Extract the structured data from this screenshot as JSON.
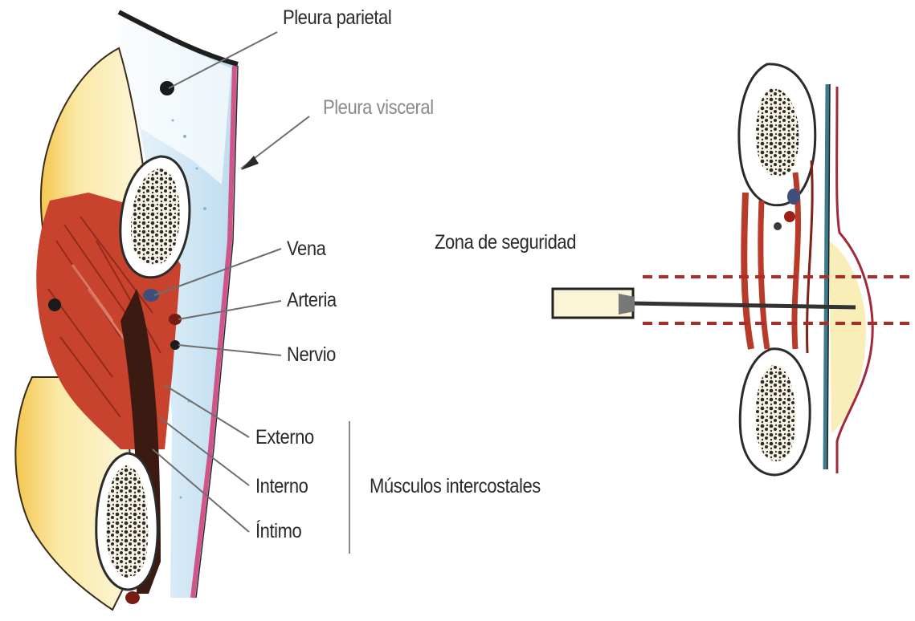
{
  "labels": {
    "pleura_parietal": "Pleura parietal",
    "pleura_visceral": "Pleura visceral",
    "vena": "Vena",
    "arteria": "Arteria",
    "nervio": "Nervio",
    "externo": "Externo",
    "interno": "Interno",
    "intimo": "Íntimo",
    "musculos_intercostales": "Músculos intercostales",
    "zona_de_seguridad": "Zona de seguridad"
  },
  "colors": {
    "muscle": "#c8432e",
    "pleura_line": "#d0558a",
    "pleura_blue": "#cfe6f3",
    "rib_cream": "#fbf1c9",
    "bone_pattern": "#2b2b2b",
    "leader_line": "#6e6e6e"
  }
}
